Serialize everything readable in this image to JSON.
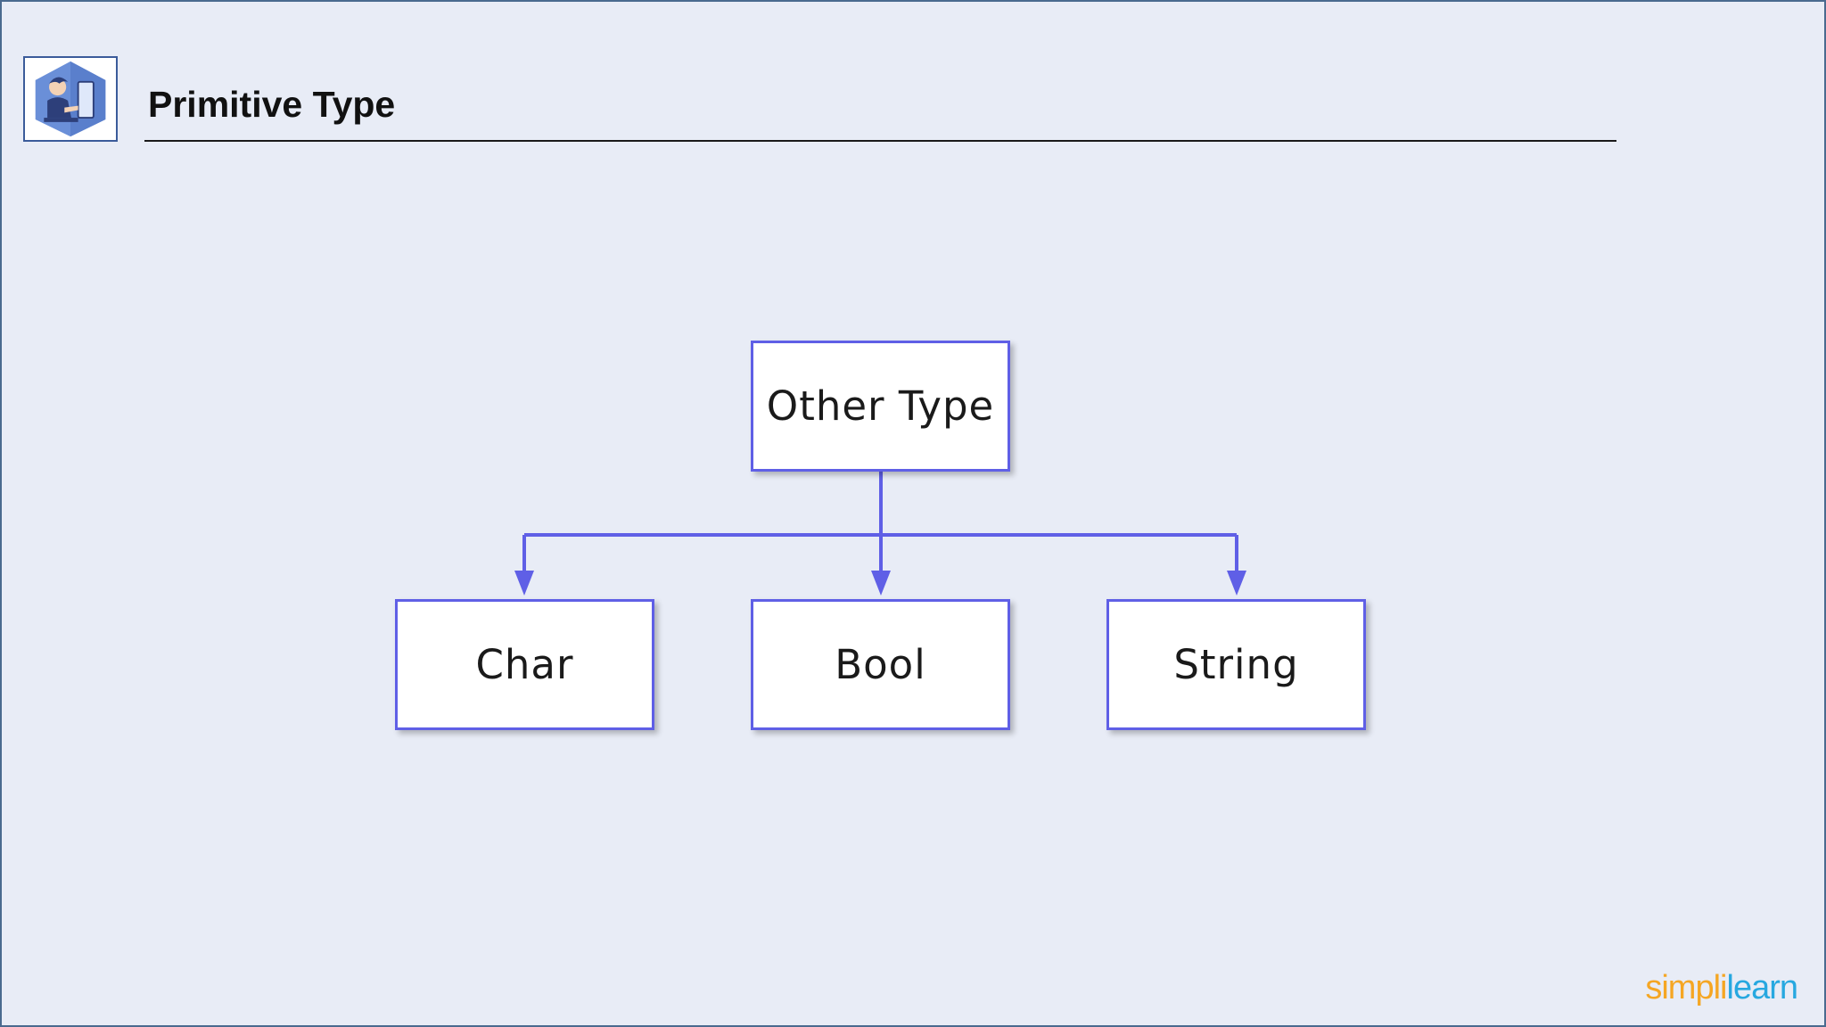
{
  "slide": {
    "title": "Primitive Type",
    "brand": {
      "part1": "simpl",
      "part2": "i",
      "part3": "learn"
    }
  },
  "diagram": {
    "root": {
      "label": "Other Type"
    },
    "children": [
      {
        "label": "Char"
      },
      {
        "label": "Bool"
      },
      {
        "label": "String"
      }
    ]
  },
  "colors": {
    "background": "#e8ecf6",
    "node_border": "#5f5fe6",
    "connector": "#5f5fe6",
    "brand_orange": "#f5a623",
    "brand_blue": "#27a8e0"
  },
  "icons": {
    "logo": "person-at-computer-icon"
  }
}
